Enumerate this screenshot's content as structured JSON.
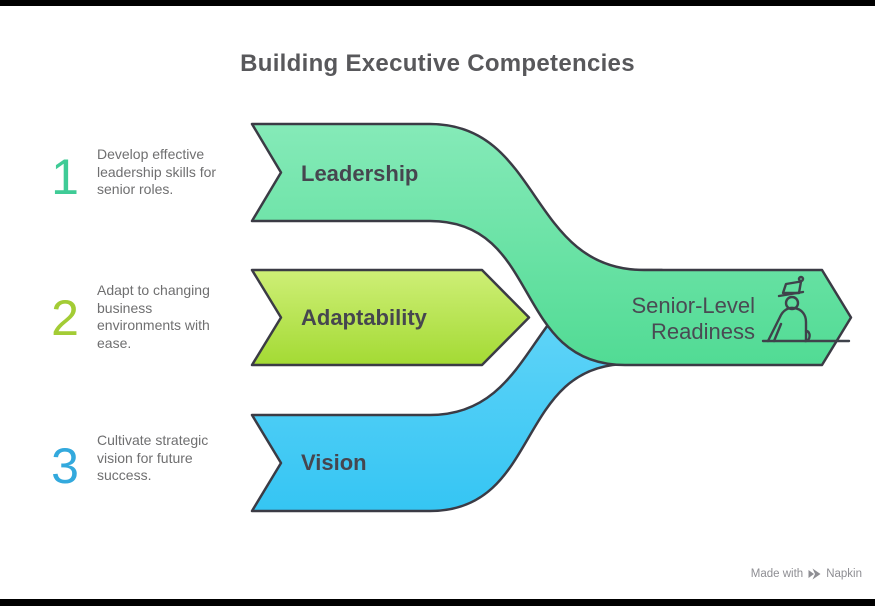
{
  "title": "Building Executive Competencies",
  "steps": [
    {
      "number": "1",
      "description": "Develop effective leadership skills for senior roles.",
      "label": "Leadership"
    },
    {
      "number": "2",
      "description": "Adapt to changing business environments with ease.",
      "label": "Adaptability"
    },
    {
      "number": "3",
      "description": "Cultivate strategic vision for future success.",
      "label": "Vision"
    }
  ],
  "outcome": {
    "line1": "Senior-Level",
    "line2": "Readiness",
    "icon": "person-with-cap-at-desk-icon"
  },
  "footer": {
    "made_with": "Made with",
    "brand": "Napkin",
    "logo": "napkin-logo-icon"
  },
  "colors": {
    "step1_accent": "#3fcb96",
    "step2_accent": "#a3cc35",
    "step3_accent": "#33a9dd",
    "leadership_fill_top": "#85eab8",
    "leadership_fill_bottom": "#4eda92",
    "adaptability_fill_top": "#cfef78",
    "adaptability_fill_bottom": "#a3da33",
    "vision_fill_top": "#6ad7f9",
    "vision_fill_bottom": "#35c5f3",
    "outline": "#3b3b45",
    "title_text": "#58585b",
    "description_text": "#6f6f70",
    "band_label_text": "#46464f",
    "outcome_text": "#4a4a53",
    "footer_text": "#8e8e93"
  }
}
